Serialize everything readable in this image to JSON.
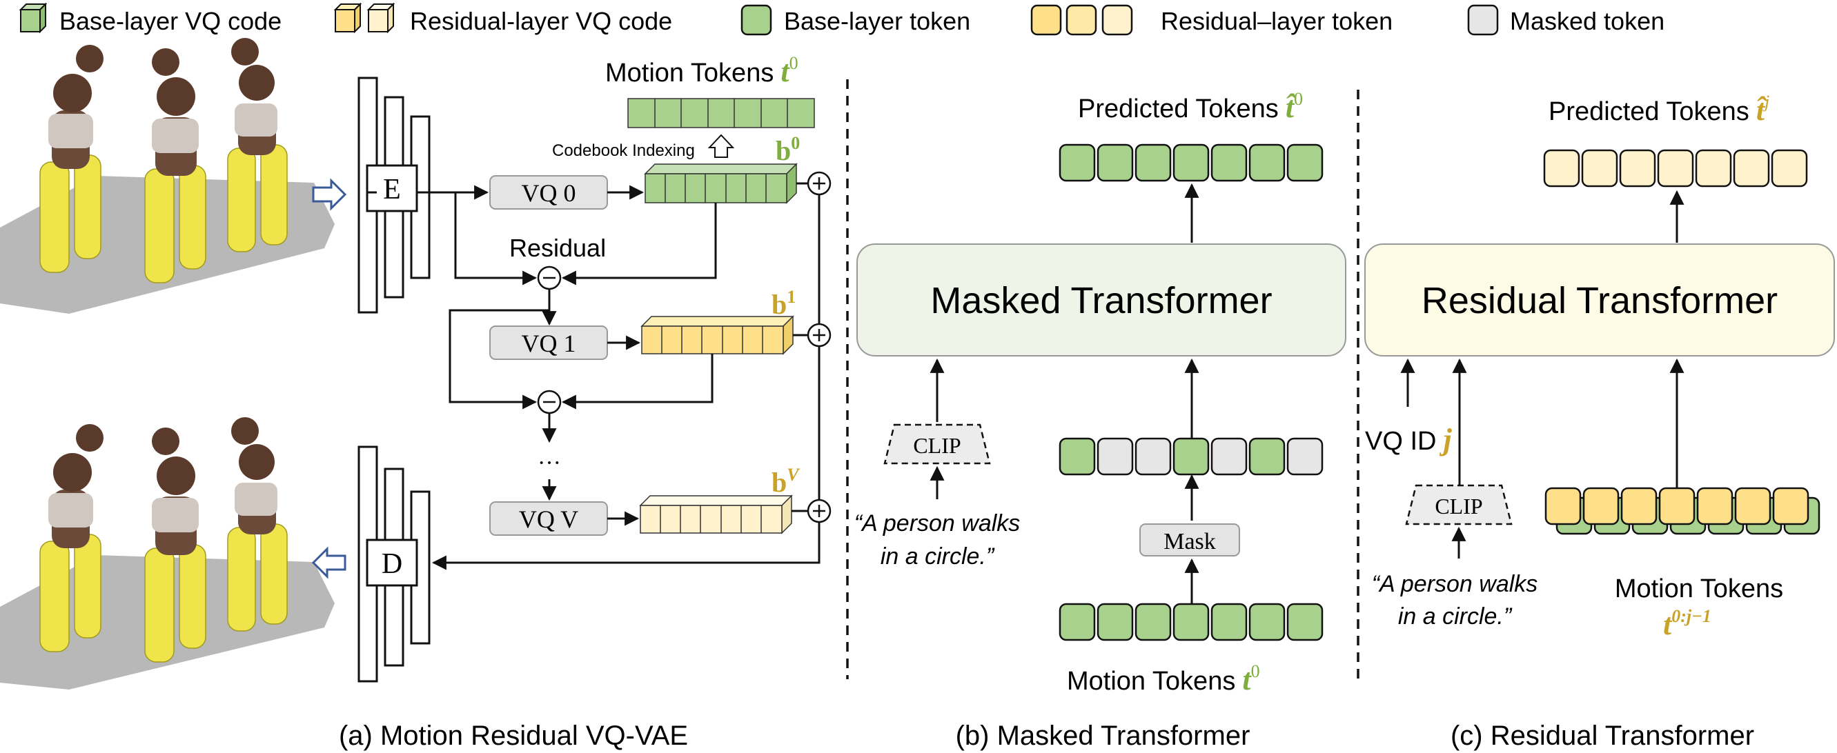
{
  "legend": {
    "base_vq_code": "Base-layer VQ code",
    "residual_vq_code": "Residual-layer VQ code",
    "base_token": "Base-layer token",
    "residual_token": "Residual–layer token",
    "masked_token": "Masked token"
  },
  "panel_a": {
    "caption": "(a) Motion Residual VQ-VAE",
    "encoder": "E",
    "decoder": "D",
    "vq0": "VQ 0",
    "vq1": "VQ 1",
    "vqv": "VQ V",
    "residual": "Residual",
    "codebook_indexing": "Codebook Indexing",
    "motion_tokens": "Motion Tokens",
    "motion_tokens_sym": "t",
    "motion_tokens_sup": "0",
    "b0": "b",
    "b0_sup": "0",
    "b1": "b",
    "b1_sup": "1",
    "bv": "b",
    "bv_sup": "V",
    "dots": "···"
  },
  "panel_b": {
    "caption": "(b) Masked Transformer",
    "transformer": "Masked Transformer",
    "predicted": "Predicted Tokens",
    "predicted_sym": "t̂",
    "predicted_sup": "0",
    "clip": "CLIP",
    "mask": "Mask",
    "text_line1": "“A person walks",
    "text_line2": "in a circle.”",
    "motion_tokens": "Motion Tokens",
    "motion_sym": "t",
    "motion_sup": "0"
  },
  "panel_c": {
    "caption": "(c) Residual Transformer",
    "transformer": "Residual Transformer",
    "predicted": "Predicted Tokens",
    "predicted_sym": "t̂",
    "predicted_sup": "j",
    "vq_id": "VQ ID",
    "vq_id_sym": "j",
    "clip": "CLIP",
    "text_line1": "“A person walks",
    "text_line2": "in a circle.”",
    "motion_tokens": "Motion Tokens",
    "motion_sym": "t",
    "motion_sup": "0:j−1"
  },
  "colors": {
    "green_fill": "#a9d18e",
    "green_light": "#c5e0b4",
    "green_text": "#7fae3d",
    "yellow_fill": "#ffe08a",
    "yellow_light": "#fff2cc",
    "gold_text": "#c9a227",
    "gray_token": "#e6e6e6",
    "masked_panel": "#eef5e8",
    "residual_panel": "#fdfbe6",
    "arrow_blue": "#3a5a9a",
    "pants_yellow": "#efe44a"
  }
}
